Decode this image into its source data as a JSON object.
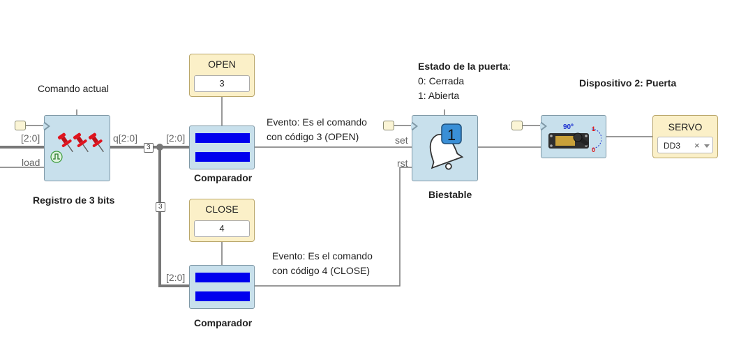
{
  "labels": {
    "comando_actual": "Comando actual",
    "registro": "Registro de 3 bits",
    "comparador_1": "Comparador",
    "comparador_2": "Comparador",
    "biestable": "Biestable",
    "estado_title": "Estado de la puerta",
    "estado_colon": ":",
    "estado_0": "0: Cerrada",
    "estado_1": "1: Abierta",
    "dispositivo": "Dispositivo 2: Puerta",
    "evento_open_1": "Evento: Es el comando",
    "evento_open_2": "con código 3 (OPEN)",
    "evento_close_1": "Evento: Es el comando",
    "evento_close_2": "con código 4 (CLOSE)"
  },
  "ports": {
    "reg_in": "[2:0]",
    "reg_load": "load",
    "reg_out": "q[2:0]",
    "cmp1_in": "[2:0]",
    "cmp2_in": "[2:0]",
    "bi_set": "set",
    "bi_rst": "rst"
  },
  "bus": {
    "width_badge_1": "3",
    "width_badge_2": "3"
  },
  "constants": {
    "open": {
      "title": "OPEN",
      "value": "3"
    },
    "close": {
      "title": "CLOSE",
      "value": "4"
    }
  },
  "servo": {
    "title": "SERVO",
    "selected": "DD3",
    "clear_symbol": "×",
    "angle_label": "90º",
    "mark_1": "1",
    "mark_0": "0"
  },
  "biestable_icon": {
    "value": "1"
  },
  "colors": {
    "block_fill": "#c8e0ec",
    "const_fill": "#fbf0c8",
    "comparator_bar": "#0000ee",
    "wire": "#777777"
  }
}
